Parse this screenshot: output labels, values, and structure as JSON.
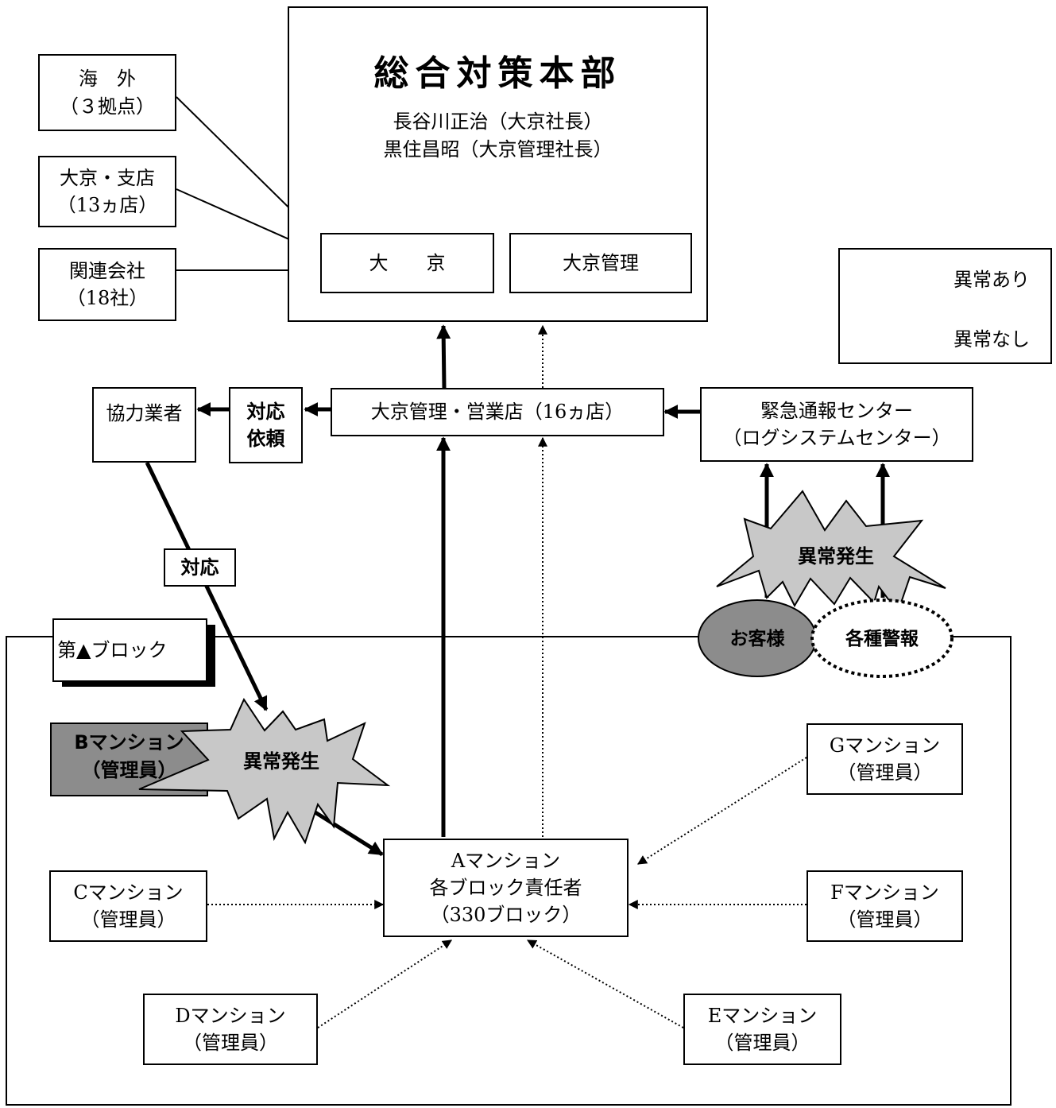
{
  "hq": {
    "title": "総合対策本部",
    "person1": "長谷川正治（大京社長）",
    "person2": "黒住昌昭（大京管理社長）",
    "unit_daikyo": "大　　京",
    "unit_kanri": "大京管理"
  },
  "left_boxes": {
    "overseas": [
      "海　外",
      "（３拠点）"
    ],
    "branches": [
      "大京・支店",
      "（13ヵ店）"
    ],
    "affiliates": [
      "関連会社",
      "（18社）"
    ]
  },
  "legend": {
    "abnormal": "異常あり",
    "normal": "異常なし"
  },
  "flow": {
    "partner": "協力業者",
    "request": [
      "対応",
      "依頼"
    ],
    "sales_office": "大京管理・営業店（16ヵ店）",
    "emergency_center": [
      "緊急通報センター",
      "（ログシステムセンター）"
    ],
    "response": "対応",
    "incident_top": "異常発生",
    "customer": "お客様",
    "alarms": "各種警報"
  },
  "block": {
    "label": "第▲ブロック",
    "incident": "異常発生",
    "mansion_a": [
      "Aマンション",
      "各ブロック責任者",
      "（330ブロック）"
    ],
    "mansion_b": [
      "Bマンション",
      "（管理員）"
    ],
    "mansion_c": [
      "Cマンション",
      "（管理員）"
    ],
    "mansion_d": [
      "Dマンション",
      "（管理員）"
    ],
    "mansion_e": [
      "Eマンション",
      "（管理員）"
    ],
    "mansion_f": [
      "Fマンション",
      "（管理員）"
    ],
    "mansion_g": [
      "Gマンション",
      "（管理員）"
    ]
  },
  "colors": {
    "line": "#000000",
    "highlight_box": "#8c8c8c",
    "burst_fill": "#c8c8c8",
    "customer_fill": "#8c8c8c"
  }
}
